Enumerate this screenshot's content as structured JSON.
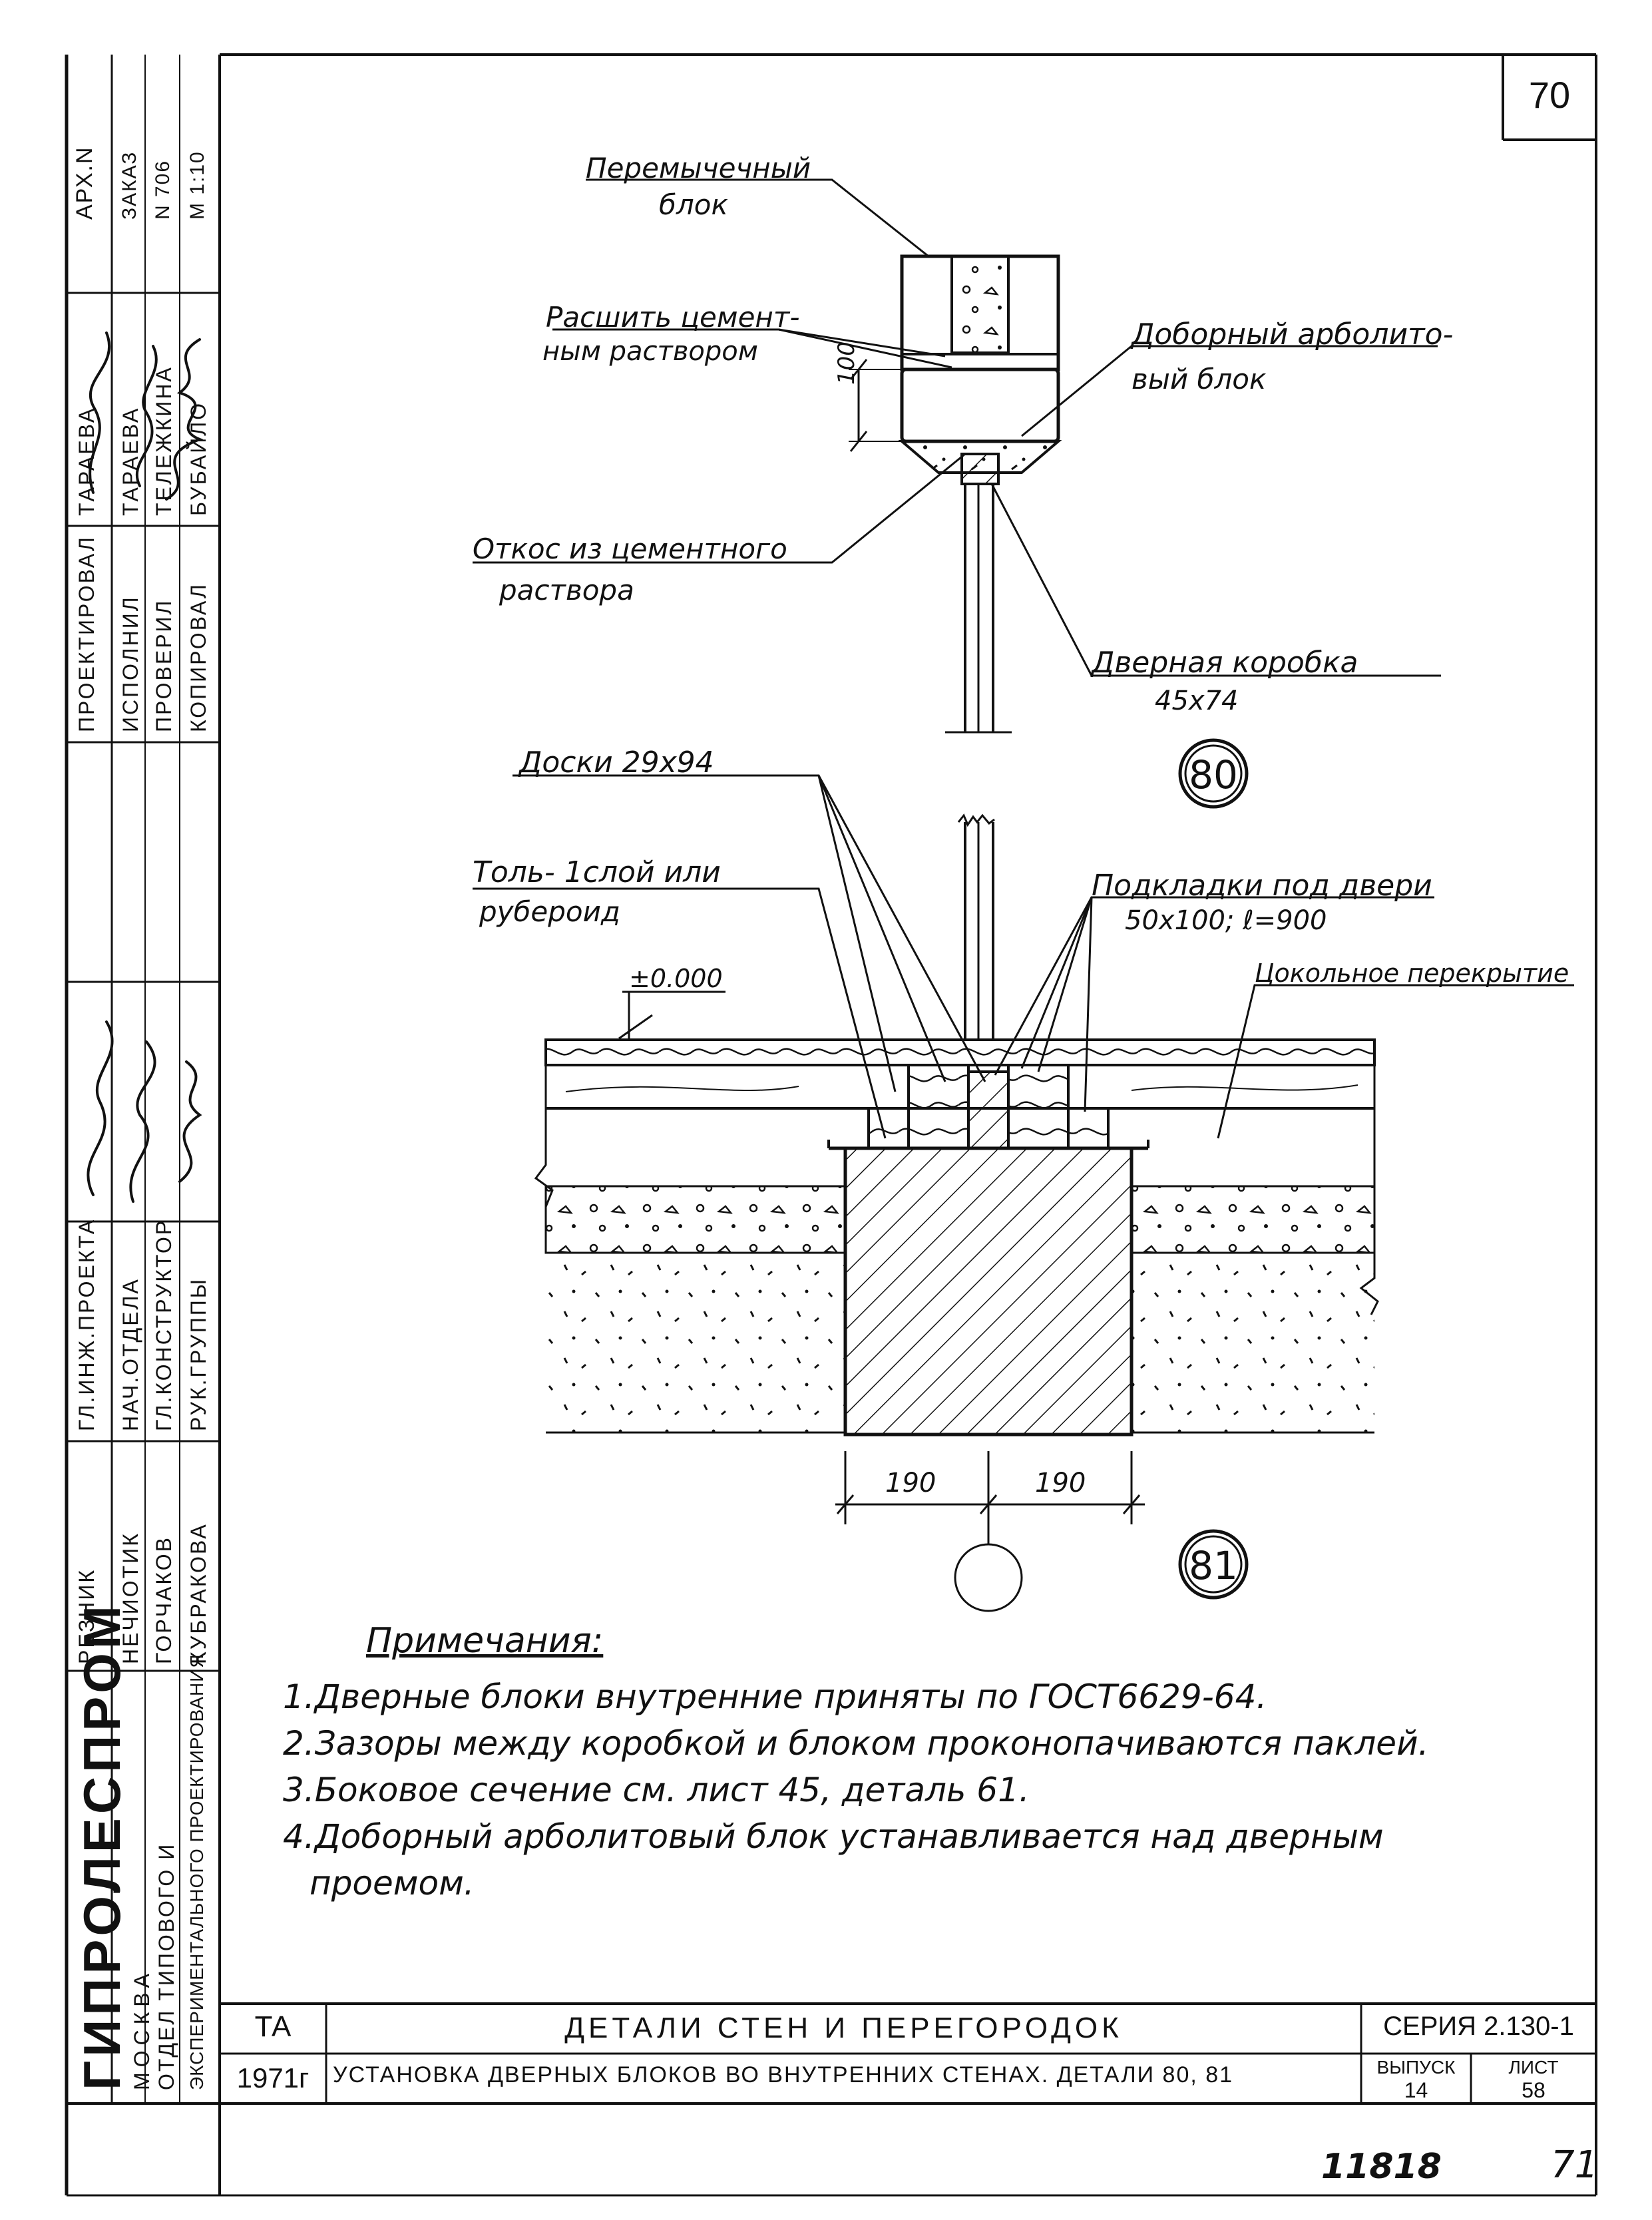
{
  "sheet_number": "70",
  "callouts": {
    "lintel_block": [
      "Перемычечный",
      "блок"
    ],
    "grout": [
      "Расшить цемент-",
      "ным раствором"
    ],
    "extra_block": [
      "Доборный арболито-",
      "вый блок"
    ],
    "slope": [
      "Откос из цементного",
      "раствора"
    ],
    "door_frame": [
      "Дверная коробка",
      "45х74"
    ],
    "boards": "Доски 29х94",
    "tol": [
      "Толь- 1слой или",
      "рубероид"
    ],
    "pads": [
      "Подкладки под двери",
      "50х100; ℓ=900"
    ],
    "floor": "Цокольное перекрытие"
  },
  "dimensions": {
    "height_100": "100",
    "level": "±0.000",
    "left_190": "190",
    "right_190": "190"
  },
  "detail_markers": {
    "detail_80": "80",
    "detail_81": "81"
  },
  "notes": {
    "title": "Примечания:",
    "items": [
      "1.Дверные блоки внутренние приняты по ГОСТ6629-64.",
      "2.Зазоры между коробкой и блоком проконопачиваются паклей.",
      "3.Боковое сечение см. лист 45, деталь 61.",
      "4.Доборный арболитовый блок устанавливается над дверным",
      "проемом."
    ]
  },
  "stamp": {
    "arch": [
      "АРХ.N",
      "ЗАКАЗ",
      "N 706",
      "М 1:10"
    ],
    "roles": [
      "ПРОЕКТИРОВАЛ",
      "ИСПОЛНИЛ",
      "ПРОВЕРИЛ",
      "КОПИРОВАЛ"
    ],
    "names": [
      "ТАРАЕВА",
      "ТАРАЕВА",
      "ТЕЛЕЖКИНА",
      "БУБАЙЛО"
    ],
    "chiefs_roles": [
      "ГЛ.ИНЖ.ПРОЕКТА",
      "НАЧ.ОТДЕЛА",
      "ГЛ.КОНСТРУКТОР",
      "РУК.ГРУППЫ"
    ],
    "chiefs_names": [
      "РЕЗНИК",
      "НЕЧИОТИК",
      "ГОРЧАКОВ",
      "КУБРАКОВА"
    ],
    "org": "ГИПРОЛЕСПРОМ",
    "city": "МОСКВА",
    "dept": [
      "ОТДЕЛ ТИПОВОГО И",
      "ЭКСПЕРИМЕНТАЛЬНОГО ПРОЕКТИРОВАНИЯ"
    ]
  },
  "title_block": {
    "code": "ТА",
    "year": "1971г",
    "title": "ДЕТАЛИ   СТЕН И ПЕРЕГОРОДОК",
    "subtitle": "УСТАНОВКА ДВЕРНЫХ БЛОКОВ  ВО  ВНУТРЕННИХ   СТЕНАХ.    ДЕТАЛИ 80, 81",
    "series": "СЕРИЯ 2.130-1",
    "issue_label": "ВЫПУСК",
    "issue": "14",
    "sheet_label": "ЛИСТ",
    "sheet": "58"
  },
  "footer": {
    "archive_number": "11818",
    "page": "71"
  }
}
